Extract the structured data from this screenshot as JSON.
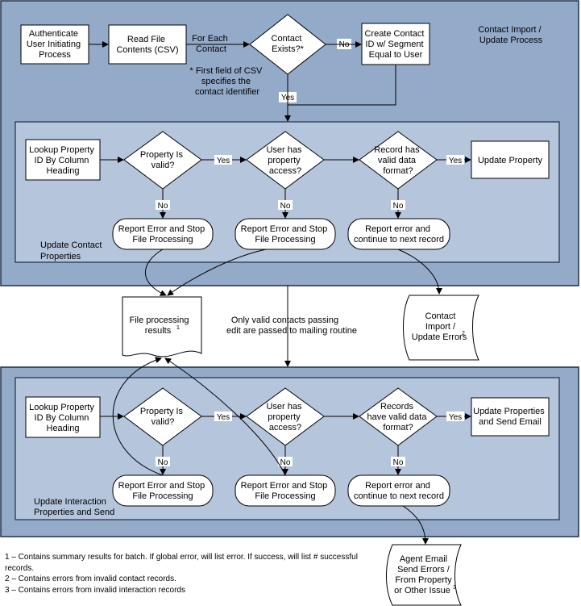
{
  "section_import": {
    "label_line1": "Contact Import /",
    "label_line2": "Update Process"
  },
  "top_flow": {
    "authenticate": [
      "Authenticate",
      "User Initiating",
      "Process"
    ],
    "read_file": [
      "Read File",
      "Contents (CSV)"
    ],
    "for_each": [
      "For Each",
      "Contact"
    ],
    "contact_exists": [
      "Contact",
      "Exists?*"
    ],
    "no_label": "No",
    "create_contact": [
      "Create Contact",
      "ID w/ Segment",
      "Equal to User"
    ],
    "footnote": [
      "* First field of CSV",
      "specifies the",
      "contact identifier"
    ],
    "yes_label": "Yes"
  },
  "update_contact": {
    "section_label": [
      "Update Contact",
      "Properties"
    ],
    "lookup": [
      "Lookup Property",
      "ID By Column",
      "Heading"
    ],
    "property_valid": [
      "Property Is",
      "valid?"
    ],
    "user_access": [
      "User has",
      "property",
      "access?"
    ],
    "valid_format": [
      "Record has",
      "valid data",
      "format?"
    ],
    "update": "Update Property",
    "report_stop_1": [
      "Report Error and Stop",
      "File Processing"
    ],
    "report_stop_2": [
      "Report Error and Stop",
      "File Processing"
    ],
    "report_continue": [
      "Report error and",
      "continue to next record"
    ],
    "yes": "Yes",
    "no": "No"
  },
  "middle": {
    "file_results": [
      "File processing",
      "results"
    ],
    "file_results_sup": "1",
    "valid_contacts_note": [
      "Only valid contacts passing",
      "edit are passed to mailing routine"
    ],
    "import_errors": [
      "Contact",
      "Import /",
      "Update Errors"
    ],
    "import_errors_sup": "2"
  },
  "interaction": {
    "section_label": [
      "Update Interaction",
      "Properties and Send"
    ],
    "lookup": [
      "Lookup Property",
      "ID By Column",
      "Heading"
    ],
    "property_valid": [
      "Property Is",
      "valid?"
    ],
    "user_access": [
      "User has",
      "property",
      "access?"
    ],
    "valid_format": [
      "Records",
      "have valid data",
      "format?"
    ],
    "update": [
      "Update Properties",
      "and Send Email"
    ],
    "report_stop_1": [
      "Report Error and Stop",
      "File Processing"
    ],
    "report_stop_2": [
      "Report Error and Stop",
      "File Processing"
    ],
    "report_continue": [
      "Report error and",
      "continue to next record"
    ],
    "yes": "Yes",
    "no": "No"
  },
  "agent_errors": {
    "lines": [
      "Agent Email",
      "Send Errors /",
      "From Property",
      "or Other Issue"
    ],
    "sup": "3"
  },
  "legend": [
    "1 – Contains summary results for batch. If global error, will list error. If success, will list # successful records.",
    "2 – Contains errors from invalid contact records.",
    "3 – Contains errors from invalid interaction records"
  ],
  "colors": {
    "outer_panel": "#93aac9",
    "inner_panel": "#b4c5dc",
    "stroke": "#1f2f47",
    "node_fill": "#ffffff"
  }
}
